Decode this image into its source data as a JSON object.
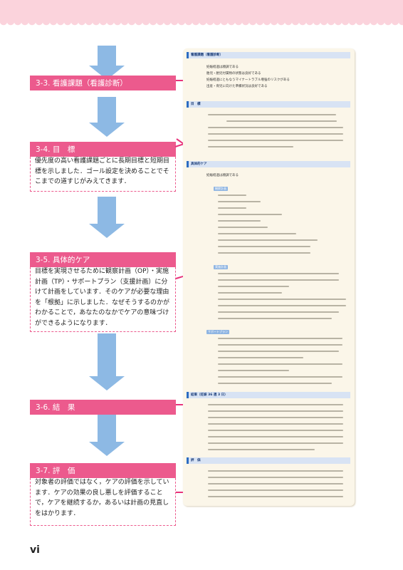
{
  "flow": {
    "sections": [
      {
        "id": "3-3",
        "title": "3-3. 看護課題（看護診断）",
        "body": ""
      },
      {
        "id": "3-4",
        "title": "3-4. 目　標",
        "body": "優先度の高い看護課題ごとに長期目標と短期目標を示しました．ゴール設定を決めることでそこまでの道すじがみえてきます．"
      },
      {
        "id": "3-5",
        "title": "3-5. 具体的ケア",
        "body": "目標を実現させるために観察計画（OP）・実施計画（TP）・サポートプラン（支援計画）に分けて計画をしています．そのケアが必要な理由を「根拠」に示しました．なぜそうするのかがわかることで，あなたのなかでケアの意味づけができるようになります．"
      },
      {
        "id": "3-6",
        "title": "3-6. 結　果",
        "body": ""
      },
      {
        "id": "3-7",
        "title": "3-7. 評　価",
        "body": "対象者の評価ではなく，ケアの評価を示しています．ケアの効果の良し悪しを評価することで，ケアを継続するか，あるいは計画の見直しをはかります．"
      }
    ],
    "page_number": "vi"
  },
  "sheet": {
    "headings": {
      "diagnosis": "看護課題（看護診断）",
      "goal": "目　標",
      "care": "具体的ケア",
      "result": "結果（妊娠 36 週 3 日）",
      "evaluation": "評　価"
    },
    "diagnoses": [
      "妊娠経過は順調である",
      "胎児・胎児付属物の状態は良好である",
      "妊娠経過にともなうマイナートラブル増強のリスクがある",
      "出産・育児に向けた準備状況は良好である"
    ],
    "care_sub": "妊娠経過は順調である",
    "plans": [
      "観察計画",
      "実施計画",
      "サポートプラン"
    ]
  }
}
